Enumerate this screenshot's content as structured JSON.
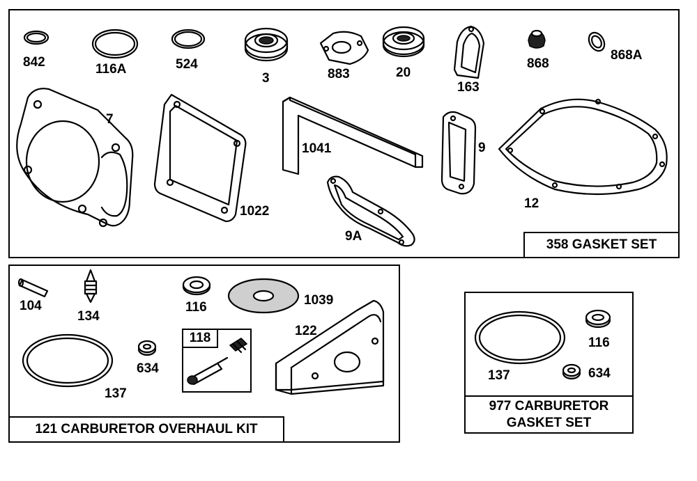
{
  "gasket_set": {
    "title": "358 GASKET SET",
    "parts": [
      "842",
      "116A",
      "524",
      "3",
      "883",
      "20",
      "163",
      "868",
      "868A",
      "7",
      "1022",
      "1041",
      "9",
      "12",
      "9A"
    ]
  },
  "overhaul_kit": {
    "title": "121 CARBURETOR OVERHAUL KIT",
    "parts": [
      "104",
      "134",
      "116",
      "1039",
      "137",
      "634",
      "122"
    ],
    "sub_kit_label": "118"
  },
  "carb_gasket_set": {
    "title_line1": "977 CARBURETOR",
    "title_line2": "GASKET SET",
    "parts": [
      "116",
      "137",
      "634"
    ]
  }
}
